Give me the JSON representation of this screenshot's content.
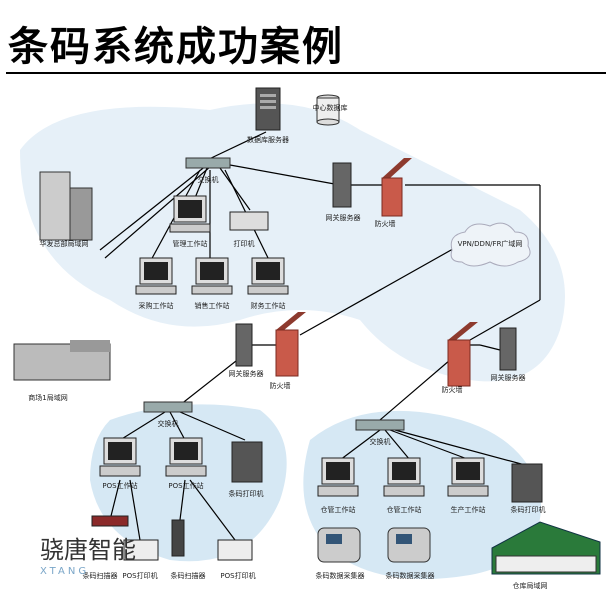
{
  "title": "条码系统成功案例",
  "watermark": {
    "text": "骁唐智能",
    "sub": "XTANG"
  },
  "colors": {
    "blob": "#d6e8f4",
    "firewall": "#c95a4a",
    "line": "#000000"
  },
  "labels": {
    "db_server": "数据库服务器",
    "db": "中心数据库",
    "switch_top": "交换机",
    "gateway_top": "网关服务器",
    "firewall_top": "防火墙",
    "vpn": "VPN/DDN/FR广域网",
    "hq": "华发总部局域网",
    "mgmt_ws": "管理工作站",
    "printer_top": "打印机",
    "purchase_ws": "采购工作站",
    "sales_ws": "销售工作站",
    "finance_ws": "财务工作站",
    "gateway_mid": "网关服务器",
    "firewall_mid": "防火墙",
    "store1": "商场1局域网",
    "firewall_right": "防火墙",
    "gateway_right": "网关服务器",
    "switch_left": "交换机",
    "switch_right": "交换机",
    "pos1": "POS工作站",
    "pos2": "POS工作站",
    "barcode_printer_left": "条码打印机",
    "scanner1": "条码扫描器",
    "pos_printer1": "POS打印机",
    "scanner2": "条码扫描器",
    "pos_printer2": "POS打印机",
    "wh_ws1": "仓管工作站",
    "wh_ws2": "仓管工作站",
    "prod_ws": "生产工作站",
    "barcode_printer_right": "条码打印机",
    "collector1": "条码数据采集器",
    "collector2": "条码数据采集器",
    "warehouse": "仓库局域网"
  }
}
